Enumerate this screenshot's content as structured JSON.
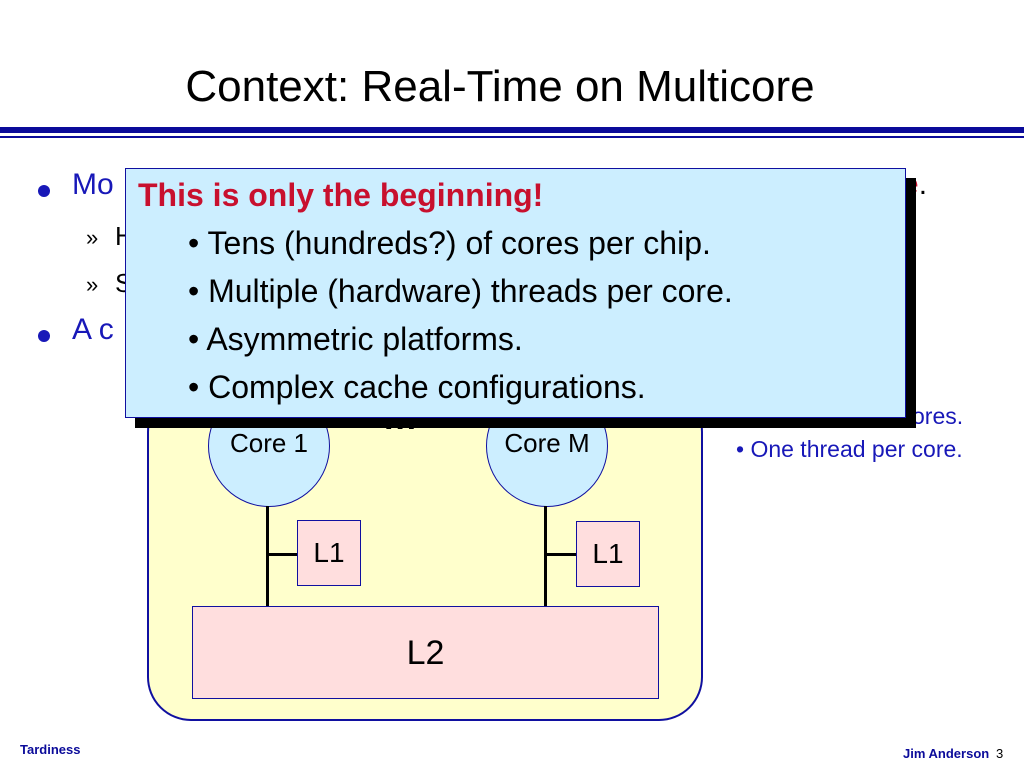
{
  "slide": {
    "title": "Context: Real-Time on Multicore",
    "bullets": [
      {
        "prefix": "Mo",
        "suffix_red": "e",
        "suffix_dot": "."
      },
      {
        "prefix": "A c"
      }
    ],
    "subbullets": [
      "H",
      "S"
    ],
    "sub_marker": "»"
  },
  "diagram": {
    "core_first": "Core 1",
    "core_last": "Core M",
    "ellipsis": "···",
    "l1_label": "L1",
    "l2_label": "L2"
  },
  "side_notes": [
    "ores.",
    "• One thread per core."
  ],
  "popup": {
    "heading": "This is only the beginning!",
    "items": [
      "• Tens (hundreds?) of cores per chip.",
      "• Multiple (hardware) threads per core.",
      "• Asymmetric platforms.",
      "• Complex cache configurations."
    ]
  },
  "footer": {
    "left": "Tardiness",
    "author": "Jim Anderson",
    "page": "3"
  },
  "colors": {
    "heading_red": "#c8102e",
    "bullet_blue": "#1818b8",
    "popup_bg": "#cceeff",
    "chip_bg": "#ffffcc",
    "cache_bg": "#ffdede"
  }
}
